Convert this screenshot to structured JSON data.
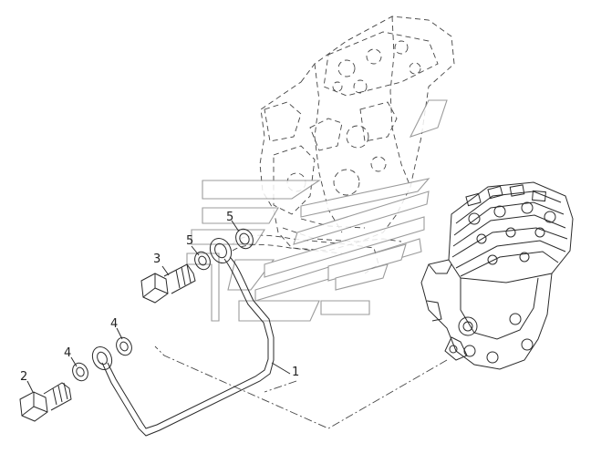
{
  "callouts": {
    "c1": "1",
    "c2": "2",
    "c3": "3",
    "c4a": "4",
    "c4b": "4",
    "c5a": "5",
    "c5b": "5"
  },
  "colors": {
    "line": "#2a2a2a",
    "watermark": "#8a8a8a"
  }
}
